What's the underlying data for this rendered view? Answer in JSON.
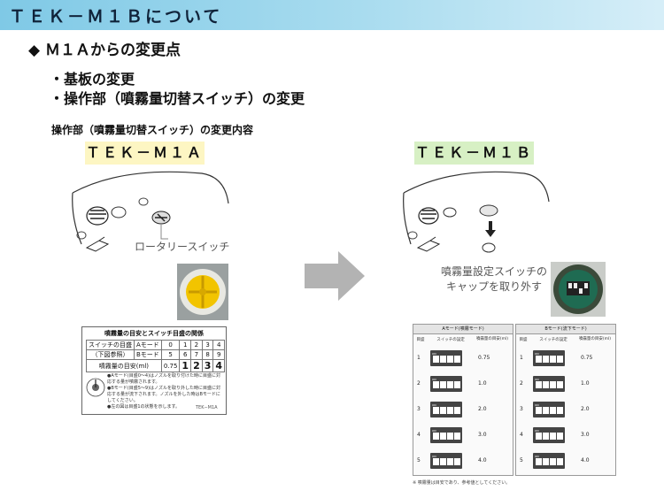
{
  "header": {
    "title": "ＴＥＫ－Ｍ１Ｂについて"
  },
  "section": {
    "heading": "◆ Ｍ１Ａからの変更点",
    "bullets": [
      "・基板の変更",
      "・操作部（噴霧量切替スイッチ）の変更"
    ]
  },
  "sub_caption": "操作部（噴霧量切替スイッチ）の変更内容",
  "models": {
    "left": "ＴＥＫ－Ｍ１Ａ",
    "right": "ＴＥＫ－Ｍ１Ｂ"
  },
  "callouts": {
    "rotary": "ロータリースイッチ",
    "cap_line1": "噴霧量設定スイッチの",
    "cap_line2": "キャップを取り外す"
  },
  "relation_table": {
    "title": "噴霧量の目安とスイッチ目盛の関係",
    "row1": [
      "スイッチの目盛",
      "Aモード",
      "0",
      "1",
      "2",
      "3",
      "4"
    ],
    "row2": [
      "（下図参照）",
      "Bモード",
      "5",
      "6",
      "7",
      "8",
      "9"
    ],
    "row3": [
      "噴霧量の目安(ml)",
      "0.75",
      "1",
      "2",
      "3",
      "4"
    ],
    "notes": [
      "●Aモード(目盛0～4)はノズルを取り付けた時に目盛に対応する量が噴霧されます。",
      "●Bモード(目盛5～9)はノズルを取り外した時に目盛に対応する量が流下されます。ノズルを外した時はBモードにしてください。",
      "●左の図は目盛1の状態を示します。"
    ],
    "id": "TEK−M1A"
  },
  "mode_table": {
    "mode_a": "Aモード(噴霧モード)",
    "mode_b": "Bモード(流下モード)",
    "col_level": "目盛",
    "col_setting": "スイッチの設定",
    "col_amount": "噴霧量の目安(ml)",
    "on_label": "ON",
    "rows": [
      {
        "level": "1",
        "amount_a": "0.75",
        "amount_b": "0.75"
      },
      {
        "level": "2",
        "amount_a": "1.0",
        "amount_b": "1.0"
      },
      {
        "level": "3",
        "amount_a": "2.0",
        "amount_b": "2.0"
      },
      {
        "level": "4",
        "amount_a": "3.0",
        "amount_b": "3.0"
      },
      {
        "level": "5",
        "amount_a": "4.0",
        "amount_b": "4.0"
      }
    ],
    "note": "※ 噴霧量は目安であり、参考値としてください。"
  }
}
